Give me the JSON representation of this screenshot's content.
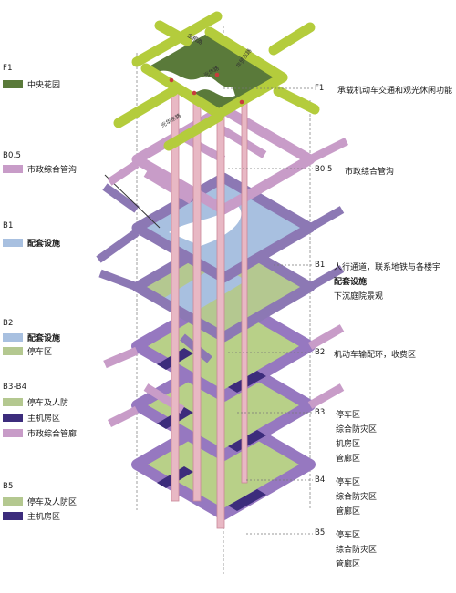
{
  "colors": {
    "central_garden": "#5a7a3a",
    "road": "#b4cc3c",
    "municipal_tunnel": "#c89cc8",
    "supporting_facility": "#a8c0e0",
    "parking": "#b4c890",
    "parking_deep": "#b8d088",
    "machine_room": "#3c2c7c",
    "b1_roads": "#8c78b4",
    "b3_b5_roads": "#9678c0",
    "shaft": "#e8b8c4"
  },
  "legend": {
    "f1": {
      "level": "F1",
      "items": [
        {
          "label": "中央花园",
          "color": "#5a7a3a",
          "bold": false
        }
      ]
    },
    "b05": {
      "level": "B0.5",
      "items": [
        {
          "label": "市政综合管沟",
          "color": "#c89cc8",
          "bold": false
        }
      ]
    },
    "b1": {
      "level": "B1",
      "items": [
        {
          "label": "配套设施",
          "color": "#a8c0e0",
          "bold": true
        }
      ]
    },
    "b2": {
      "level": "B2",
      "items": [
        {
          "label": "配套设施",
          "color": "#a8c0e0",
          "bold": true
        },
        {
          "label": "停车区",
          "color": "#b4c890",
          "bold": false
        }
      ]
    },
    "b3b4": {
      "level": "B3-B4",
      "items": [
        {
          "label": "停车及人防",
          "color": "#b4c890",
          "bold": false
        },
        {
          "label": "主机房区",
          "color": "#3c2c7c",
          "bold": false
        },
        {
          "label": "市政综合管廊",
          "color": "#c89cc8",
          "bold": false
        }
      ]
    },
    "b5": {
      "level": "B5",
      "items": [
        {
          "label": "停车及人防区",
          "color": "#b4c890",
          "bold": false
        },
        {
          "label": "主机房区",
          "color": "#3c2c7c",
          "bold": false
        }
      ]
    }
  },
  "annotations": {
    "f1": {
      "level": "F1",
      "lines": [
        "承载机动车交通和观光休闲功能"
      ]
    },
    "b05": {
      "level": "B0.5",
      "lines": [
        "市政综合管沟"
      ]
    },
    "b1": {
      "level": "B1",
      "lines": [
        "人行通道，联系地铁与各楼宇",
        "配套设施",
        "下沉庭院景观"
      ]
    },
    "b2": {
      "level": "B2",
      "lines": [
        "机动车输配环，收费区"
      ]
    },
    "b3": {
      "level": "B3",
      "lines": [
        "停车区",
        "综合防灾区",
        "机房区",
        "管廊区"
      ]
    },
    "b4": {
      "level": "B4",
      "lines": [
        "停车区",
        "综合防灾区",
        "管廊区"
      ]
    },
    "b5": {
      "level": "B5",
      "lines": [
        "停车区",
        "综合防灾区",
        "管廊区"
      ]
    }
  },
  "road_labels": [
    "光华东路",
    "光华路",
    "金桐路",
    "华贸东路"
  ]
}
